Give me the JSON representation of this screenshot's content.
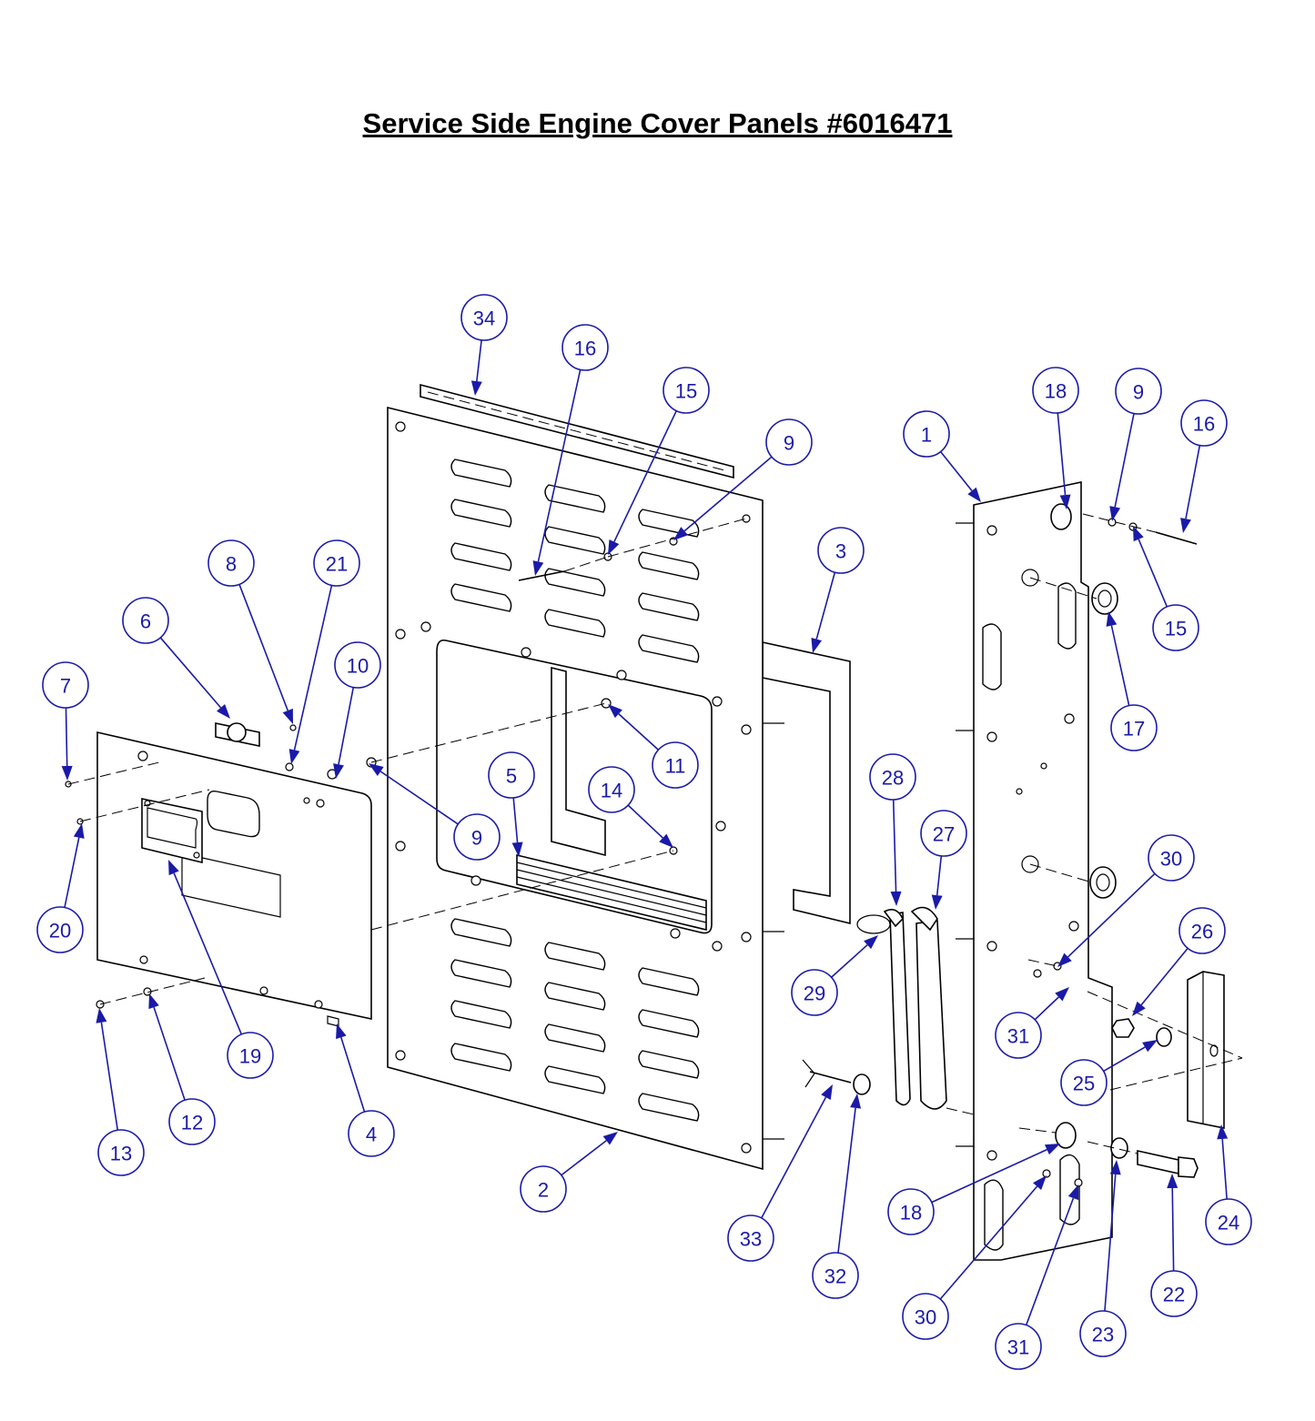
{
  "title": "Service Side Engine Cover Panels #6016471",
  "colors": {
    "callout": "#1a1aa8",
    "line": "#000000",
    "background": "#ffffff"
  },
  "callouts": [
    {
      "id": "c34",
      "label": "34"
    },
    {
      "id": "c16a",
      "label": "16"
    },
    {
      "id": "c15a",
      "label": "15"
    },
    {
      "id": "c9a",
      "label": "9"
    },
    {
      "id": "c18a",
      "label": "18"
    },
    {
      "id": "c9b",
      "label": "9"
    },
    {
      "id": "c16b",
      "label": "16"
    },
    {
      "id": "c1",
      "label": "1"
    },
    {
      "id": "c3",
      "label": "3"
    },
    {
      "id": "c15b",
      "label": "15"
    },
    {
      "id": "c8",
      "label": "8"
    },
    {
      "id": "c21",
      "label": "21"
    },
    {
      "id": "c6",
      "label": "6"
    },
    {
      "id": "c10",
      "label": "10"
    },
    {
      "id": "c7",
      "label": "7"
    },
    {
      "id": "c17",
      "label": "17"
    },
    {
      "id": "c11",
      "label": "11"
    },
    {
      "id": "c28",
      "label": "28"
    },
    {
      "id": "c5",
      "label": "5"
    },
    {
      "id": "c14",
      "label": "14"
    },
    {
      "id": "c27",
      "label": "27"
    },
    {
      "id": "c30a",
      "label": "30"
    },
    {
      "id": "c9c",
      "label": "9"
    },
    {
      "id": "c20",
      "label": "20"
    },
    {
      "id": "c26",
      "label": "26"
    },
    {
      "id": "c29",
      "label": "29"
    },
    {
      "id": "c31a",
      "label": "31"
    },
    {
      "id": "c19",
      "label": "19"
    },
    {
      "id": "c25",
      "label": "25"
    },
    {
      "id": "c12",
      "label": "12"
    },
    {
      "id": "c4",
      "label": "4"
    },
    {
      "id": "c13",
      "label": "13"
    },
    {
      "id": "c2",
      "label": "2"
    },
    {
      "id": "c18b",
      "label": "18"
    },
    {
      "id": "c24",
      "label": "24"
    },
    {
      "id": "c33",
      "label": "33"
    },
    {
      "id": "c32",
      "label": "32"
    },
    {
      "id": "c22",
      "label": "22"
    },
    {
      "id": "c30b",
      "label": "30"
    },
    {
      "id": "c23",
      "label": "23"
    },
    {
      "id": "c31b",
      "label": "31"
    }
  ]
}
